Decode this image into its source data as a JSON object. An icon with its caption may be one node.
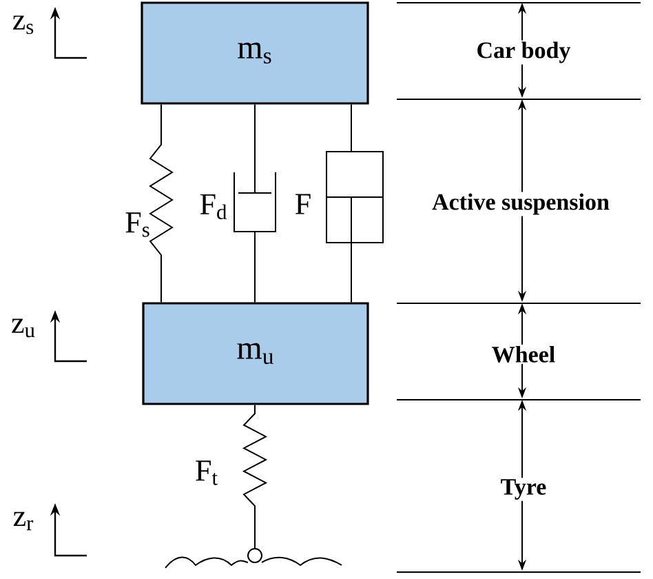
{
  "diagram": {
    "nodes": [
      {
        "text": [
          "m$_{s}$"
        ]
      },
      {
        "text": [
          "m$_{u}$"
        ]
      },
      {
        "text": [],
        "shape": "circle"
      }
    ],
    "edges": [
      {
        "from": 0,
        "to": 1,
        "arrow": "none",
        "label": "F$_{s}$"
      },
      {
        "from": 0,
        "to": 1,
        "arrow": "none",
        "label": "F$_{d}$"
      },
      {
        "from": 0,
        "to": 1,
        "arrow": "none",
        "label": "F"
      },
      {
        "from": 1,
        "to": 2,
        "arrow": "none",
        "label": "F$_{t}$"
      }
    ],
    "labels": [
      "z$_{s}$",
      "Car body",
      "Active suspension",
      "z$_{u}$",
      "Wheel",
      "Tyre",
      "z$_{r}$"
    ]
  }
}
